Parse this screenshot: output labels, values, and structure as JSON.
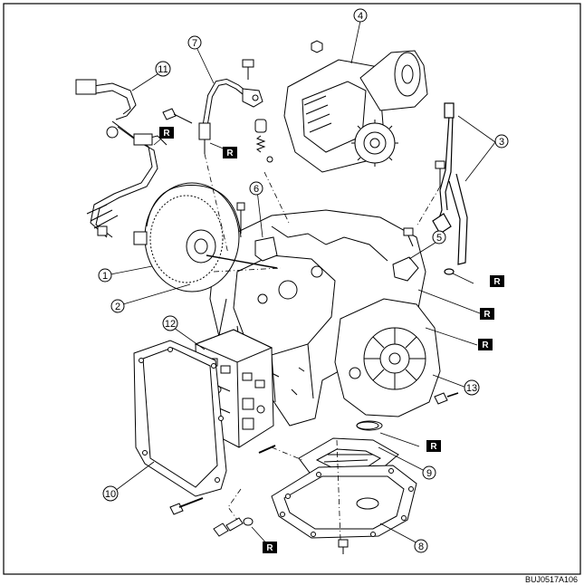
{
  "figure": {
    "code": "BUJ0517A106",
    "replace_mark": "R"
  },
  "callouts": [
    {
      "id": "1",
      "label": "1"
    },
    {
      "id": "2",
      "label": "2"
    },
    {
      "id": "3",
      "label": "3"
    },
    {
      "id": "4",
      "label": "4"
    },
    {
      "id": "5",
      "label": "5"
    },
    {
      "id": "6",
      "label": "6"
    },
    {
      "id": "7",
      "label": "7"
    },
    {
      "id": "8",
      "label": "8"
    },
    {
      "id": "9",
      "label": "9"
    },
    {
      "id": "10",
      "label": "10"
    },
    {
      "id": "11",
      "label": "11"
    },
    {
      "id": "12",
      "label": "12"
    },
    {
      "id": "13",
      "label": "13"
    }
  ],
  "colors": {
    "line": "#000000",
    "background": "#ffffff",
    "badge": "#000000"
  }
}
